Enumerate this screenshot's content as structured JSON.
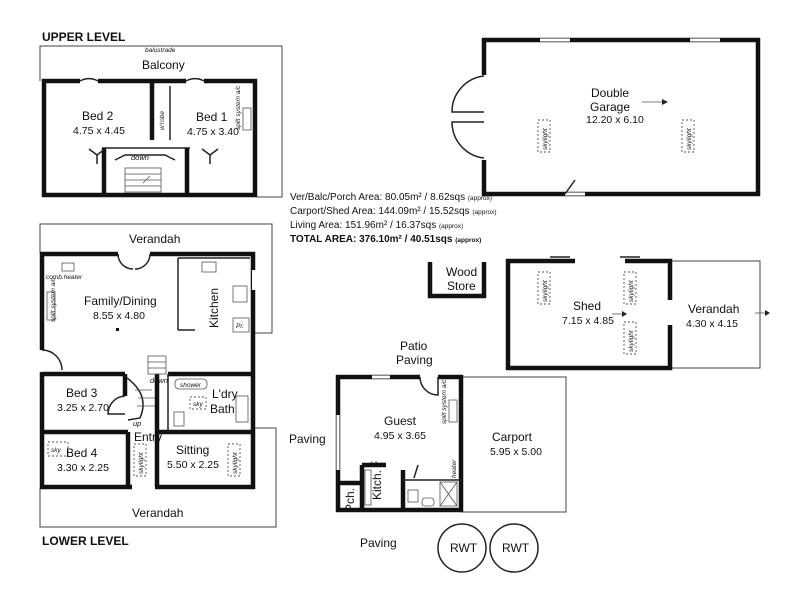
{
  "levels": {
    "upper": "UPPER LEVEL",
    "lower": "LOWER LEVEL"
  },
  "upper": {
    "balustrade": "balustrade",
    "balcony": "Balcony",
    "bed2": {
      "name": "Bed 2",
      "dims": "4.75 x 4.45"
    },
    "bed1": {
      "name": "Bed 1",
      "dims": "4.75 x 3.40"
    },
    "wrobe": "w'robe",
    "split_system": "split system a/c",
    "down": "down"
  },
  "garage": {
    "name_line1": "Double",
    "name_line2": "Garage",
    "dims": "12.20 x 6.10",
    "skylight": "skylight"
  },
  "areas": {
    "ver": {
      "label": "Ver/Balc/Porch Area: 80.05m² / 8.62sqs",
      "approx": "(approx)"
    },
    "carport": {
      "label": "Carport/Shed Area: 144.09m² / 15.52sqs",
      "approx": "(approx)"
    },
    "living": {
      "label": "Living Area: 151.96m² / 16.37sqs",
      "approx": "(approx)"
    },
    "total": {
      "label": "TOTAL AREA: 376.10m² / 40.51sqs",
      "approx": "(approx)"
    }
  },
  "lower": {
    "verandah_top": "Verandah",
    "verandah_bottom": "Verandah",
    "comb_heater": "comb.heater",
    "split_system": "split system a/c",
    "family": {
      "name": "Family/Dining",
      "dims": "8.55 x 4.80"
    },
    "kitchen": "Kitchen",
    "pantry": "Pr.",
    "down": "down",
    "up": "up",
    "shower": "shower",
    "sky": "sky",
    "ldry_bath": {
      "line1": "L'dry",
      "line2": "Bath"
    },
    "bed3": {
      "name": "Bed 3",
      "dims": "3.25 x 2.70"
    },
    "bed4": {
      "name": "Bed 4",
      "dims": "3.30 x 2.25"
    },
    "entry": "Entry",
    "sitting": {
      "name": "Sitting",
      "dims": "5.50 x 2.25"
    },
    "skylight": "skylight"
  },
  "outbuildings": {
    "wood_store": {
      "line1": "Wood",
      "line2": "Store"
    },
    "shed": {
      "name": "Shed",
      "dims": "7.15 x 4.85"
    },
    "verandah": {
      "name": "Verandah",
      "dims": "4.30 x 4.15"
    },
    "skylight": "skylight"
  },
  "guest": {
    "patio": {
      "line1": "Patio",
      "line2": "Paving"
    },
    "name": "Guest",
    "dims": "4.95 x 3.65",
    "split_system": "split system a/c",
    "bbar": "b/bar",
    "heater": "heater",
    "kitch": "Kitch.",
    "pch": "Pch."
  },
  "carport": {
    "name": "Carport",
    "dims": "5.95 x 5.00"
  },
  "paving": {
    "left": "Paving",
    "bottom": "Paving"
  },
  "rwt": [
    "RWT",
    "RWT"
  ]
}
